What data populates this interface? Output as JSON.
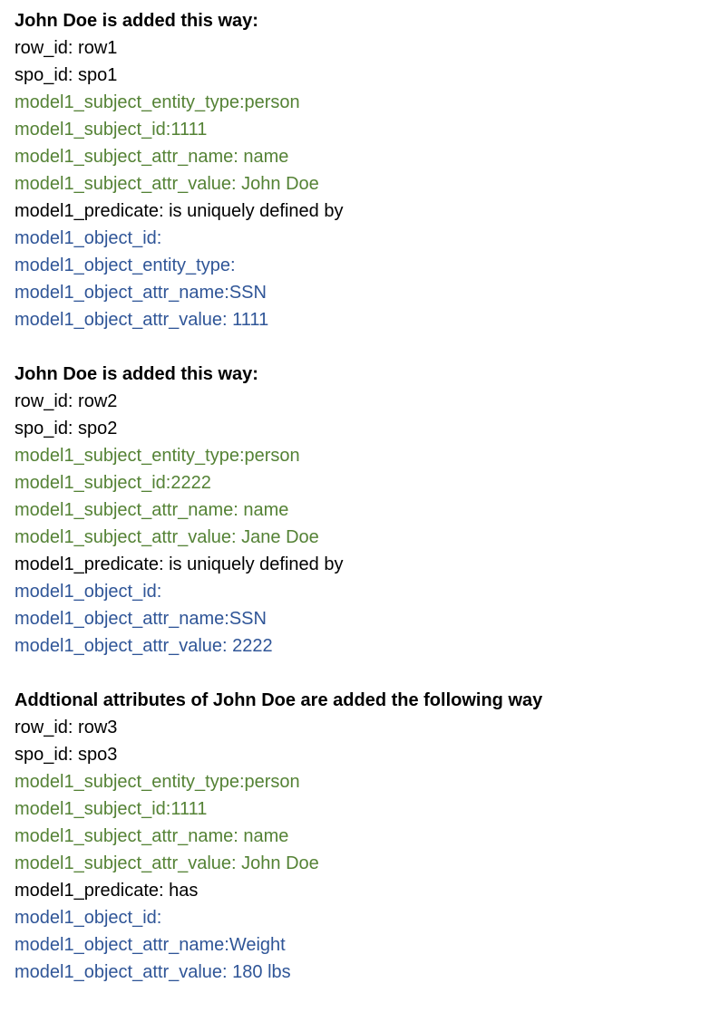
{
  "colors": {
    "black": "#000000",
    "green": "#548235",
    "blue": "#2f5597"
  },
  "blocks": [
    {
      "heading": "John Doe is added this way:",
      "lines": [
        {
          "text": "row_id: row1",
          "color": "black"
        },
        {
          "text": "spo_id: spo1",
          "color": "black"
        },
        {
          "text": "model1_subject_entity_type:person",
          "color": "green"
        },
        {
          "text": "model1_subject_id:1111",
          "color": "green"
        },
        {
          "text": "model1_subject_attr_name: name",
          "color": "green"
        },
        {
          "text": "model1_subject_attr_value: John Doe",
          "color": "green"
        },
        {
          "text": "model1_predicate: is uniquely defined by",
          "color": "black"
        },
        {
          "text": "model1_object_id:",
          "color": "blue"
        },
        {
          "text": "model1_object_entity_type:",
          "color": "blue"
        },
        {
          "text": "model1_object_attr_name:SSN",
          "color": "blue"
        },
        {
          "text": "model1_object_attr_value: 1111",
          "color": "blue"
        }
      ]
    },
    {
      "heading": "John Doe is added this way:",
      "lines": [
        {
          "text": "row_id: row2",
          "color": "black"
        },
        {
          "text": "spo_id: spo2",
          "color": "black"
        },
        {
          "text": "model1_subject_entity_type:person",
          "color": "green"
        },
        {
          "text": "model1_subject_id:2222",
          "color": "green"
        },
        {
          "text": "model1_subject_attr_name: name",
          "color": "green"
        },
        {
          "text": "model1_subject_attr_value: Jane Doe",
          "color": "green"
        },
        {
          "text": "model1_predicate: is uniquely defined by",
          "color": "black"
        },
        {
          "text": "model1_object_id:",
          "color": "blue"
        },
        {
          "text": "model1_object_attr_name:SSN",
          "color": "blue"
        },
        {
          "text": "model1_object_attr_value: 2222",
          "color": "blue"
        }
      ]
    },
    {
      "heading": "Addtional attributes of John Doe are added the following way",
      "lines": [
        {
          "text": "row_id: row3",
          "color": "black"
        },
        {
          "text": "spo_id: spo3",
          "color": "black"
        },
        {
          "text": "model1_subject_entity_type:person",
          "color": "green"
        },
        {
          "text": "model1_subject_id:1111",
          "color": "green"
        },
        {
          "text": "model1_subject_attr_name: name",
          "color": "green"
        },
        {
          "text": "model1_subject_attr_value: John Doe",
          "color": "green"
        },
        {
          "text": "model1_predicate: has",
          "color": "black"
        },
        {
          "text": "model1_object_id:",
          "color": "blue"
        },
        {
          "text": "model1_object_attr_name:Weight",
          "color": "blue"
        },
        {
          "text": "model1_object_attr_value: 180 lbs",
          "color": "blue"
        }
      ]
    }
  ]
}
